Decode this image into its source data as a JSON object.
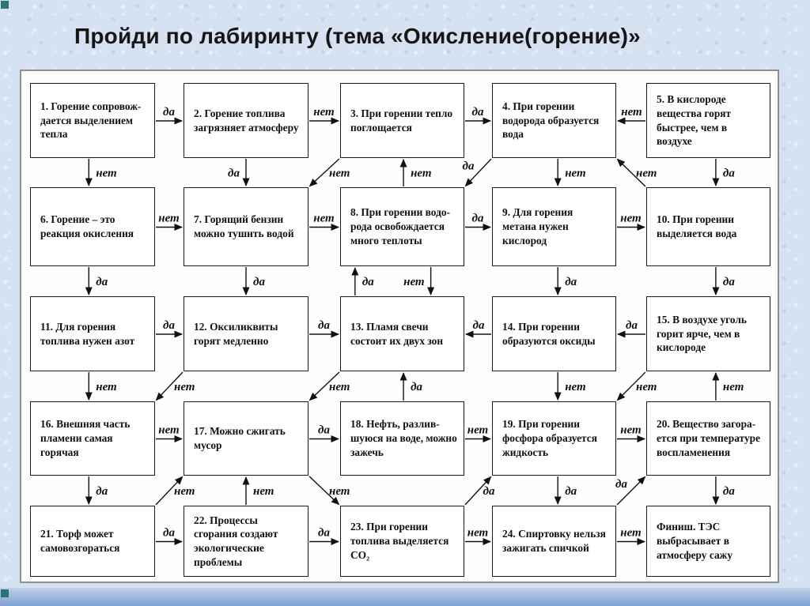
{
  "slide": {
    "title": "Пройди по лабиринту (тема «Окисление(горение)»"
  },
  "colors": {
    "background": "#d6e2f1",
    "panel": "#fefefe",
    "panel_border": "#8f8f8f",
    "box_border": "#1c1c1c",
    "line": "#111111",
    "bottom_band_top": "#bed0ea",
    "bottom_band_bottom": "#7fa3d2",
    "corner_accent": "#2e7474"
  },
  "maze": {
    "boxes": [
      {
        "id": 1,
        "row": 0,
        "col": 0,
        "text": "1. Горение сопровож- дается выделением тепла"
      },
      {
        "id": 2,
        "row": 0,
        "col": 1,
        "text": "2. Горение топлива загрязняет атмосферу"
      },
      {
        "id": 3,
        "row": 0,
        "col": 2,
        "text": "3. При горении тепло поглощается"
      },
      {
        "id": 4,
        "row": 0,
        "col": 3,
        "text": "4. При горении водорода образуется вода"
      },
      {
        "id": 5,
        "row": 0,
        "col": 4,
        "text": "5. В кислороде вещества горят быстрее, чем в воздухе"
      },
      {
        "id": 6,
        "row": 1,
        "col": 0,
        "text": "6. Горение – это реакция окисления"
      },
      {
        "id": 7,
        "row": 1,
        "col": 1,
        "text": "7. Горящий бензин можно тушить водой"
      },
      {
        "id": 8,
        "row": 1,
        "col": 2,
        "text": "8. При горении водо- рода освобождается много теплоты"
      },
      {
        "id": 9,
        "row": 1,
        "col": 3,
        "text": "9. Для горения метана нужен кислород"
      },
      {
        "id": 10,
        "row": 1,
        "col": 4,
        "text": "10. При горении выделяется вода"
      },
      {
        "id": 11,
        "row": 2,
        "col": 0,
        "text": "11. Для горения топлива нужен азот"
      },
      {
        "id": 12,
        "row": 2,
        "col": 1,
        "text": "12. Оксиликвиты горят медленно"
      },
      {
        "id": 13,
        "row": 2,
        "col": 2,
        "text": "13. Пламя свечи состоит их двух зон"
      },
      {
        "id": 14,
        "row": 2,
        "col": 3,
        "text": "14. При горении образуются оксиды"
      },
      {
        "id": 15,
        "row": 2,
        "col": 4,
        "text": "15. В воздухе уголь горит ярче, чем в кислороде"
      },
      {
        "id": 16,
        "row": 3,
        "col": 0,
        "text": "16. Внешняя часть пламени самая горячая"
      },
      {
        "id": 17,
        "row": 3,
        "col": 1,
        "text": "17. Можно сжигать мусор"
      },
      {
        "id": 18,
        "row": 3,
        "col": 2,
        "text": "18. Нефть, разлив- шуюся на воде, можно зажечь"
      },
      {
        "id": 19,
        "row": 3,
        "col": 3,
        "text": "19. При горении фосфора образуется жидкость"
      },
      {
        "id": 20,
        "row": 3,
        "col": 4,
        "text": "20. Вещество загора- ется при температуре воспламенения"
      },
      {
        "id": 21,
        "row": 4,
        "col": 0,
        "text": "21. Торф может самовозгораться"
      },
      {
        "id": 22,
        "row": 4,
        "col": 1,
        "text": "22. Процессы сгорания создают экологические проблемы"
      },
      {
        "id": 23,
        "row": 4,
        "col": 2,
        "text": "23. При горении топлива выделяется СО₂"
      },
      {
        "id": 24,
        "row": 4,
        "col": 3,
        "text": "24. Спиртовку нельзя зажигать спичкой"
      },
      {
        "id": 25,
        "row": 4,
        "col": 4,
        "text": "Финиш. ТЭС выбрасывает в атмосферу сажу"
      }
    ],
    "arrows": [
      {
        "from": 1,
        "to": 2,
        "label": "да",
        "kind": "h"
      },
      {
        "from": 2,
        "to": 3,
        "label": "нет",
        "kind": "h"
      },
      {
        "from": 3,
        "to": 4,
        "label": "да",
        "kind": "h"
      },
      {
        "from": 5,
        "to": 4,
        "label": "нет",
        "kind": "h"
      },
      {
        "from": 6,
        "to": 7,
        "label": "нет",
        "kind": "h"
      },
      {
        "from": 7,
        "to": 8,
        "label": "нет",
        "kind": "h"
      },
      {
        "from": 8,
        "to": 9,
        "label": "да",
        "kind": "h"
      },
      {
        "from": 9,
        "to": 10,
        "label": "нет",
        "kind": "h"
      },
      {
        "from": 11,
        "to": 12,
        "label": "да",
        "kind": "h"
      },
      {
        "from": 12,
        "to": 13,
        "label": "да",
        "kind": "h"
      },
      {
        "from": 14,
        "to": 13,
        "label": "да",
        "kind": "h"
      },
      {
        "from": 15,
        "to": 14,
        "label": "да",
        "kind": "h"
      },
      {
        "from": 16,
        "to": 17,
        "label": "нет",
        "kind": "h"
      },
      {
        "from": 17,
        "to": 18,
        "label": "да",
        "kind": "h"
      },
      {
        "from": 18,
        "to": 19,
        "label": "нет",
        "kind": "h"
      },
      {
        "from": 19,
        "to": 20,
        "label": "нет",
        "kind": "h"
      },
      {
        "from": 21,
        "to": 22,
        "label": "да",
        "kind": "h"
      },
      {
        "from": 22,
        "to": 23,
        "label": "да",
        "kind": "h"
      },
      {
        "from": 23,
        "to": 24,
        "label": "нет",
        "kind": "h"
      },
      {
        "from": 24,
        "to": 25,
        "label": "нет",
        "kind": "h"
      },
      {
        "from": 1,
        "to": 6,
        "label": "нет",
        "kind": "v",
        "xf": 0.47
      },
      {
        "from": 2,
        "to": 7,
        "label": "да",
        "kind": "v",
        "xf": 0.5,
        "labelSide": "left"
      },
      {
        "from": 8,
        "to": 3,
        "label": "нет",
        "kind": "v",
        "xf": 0.51
      },
      {
        "from": 4,
        "to": 9,
        "label": "нет",
        "kind": "v",
        "xf": 0.53
      },
      {
        "from": 5,
        "to": 10,
        "label": "да",
        "kind": "v",
        "xf": 0.56
      },
      {
        "from": 6,
        "to": 11,
        "label": "да",
        "kind": "v",
        "xf": 0.47
      },
      {
        "from": 7,
        "to": 12,
        "label": "да",
        "kind": "v",
        "xf": 0.5
      },
      {
        "from": 13,
        "to": 8,
        "label": "да",
        "kind": "v",
        "xf": 0.12
      },
      {
        "from": 8,
        "to": 13,
        "label": "нет",
        "kind": "v",
        "xf": 0.73,
        "labelSide": "left"
      },
      {
        "from": 9,
        "to": 14,
        "label": "да",
        "kind": "v",
        "xf": 0.53
      },
      {
        "from": 10,
        "to": 15,
        "label": "да",
        "kind": "v",
        "xf": 0.56
      },
      {
        "from": 11,
        "to": 16,
        "label": "нет",
        "kind": "v",
        "xf": 0.47
      },
      {
        "from": 18,
        "to": 13,
        "label": "да",
        "kind": "v",
        "xf": 0.51
      },
      {
        "from": 14,
        "to": 19,
        "label": "нет",
        "kind": "v",
        "xf": 0.53
      },
      {
        "from": 20,
        "to": 15,
        "label": "нет",
        "kind": "v",
        "xf": 0.56
      },
      {
        "from": 16,
        "to": 21,
        "label": "да",
        "kind": "v",
        "xf": 0.47
      },
      {
        "from": 22,
        "to": 17,
        "label": "нет",
        "kind": "v",
        "xf": 0.5
      },
      {
        "from": 19,
        "to": 24,
        "label": "да",
        "kind": "v",
        "xf": 0.53
      },
      {
        "from": 20,
        "to": 25,
        "label": "да",
        "kind": "v",
        "xf": 0.56
      },
      {
        "from": 3,
        "to": 7,
        "label": "нет",
        "kind": "d",
        "fromCorner": "bl",
        "toCorner": "tr"
      },
      {
        "from": 4,
        "to": 8,
        "label": "да",
        "kind": "d",
        "fromCorner": "bl",
        "toCorner": "tr",
        "labelSide": "left"
      },
      {
        "from": 10,
        "to": 4,
        "label": "нет",
        "kind": "d",
        "fromCorner": "tl",
        "toCorner": "br"
      },
      {
        "from": 12,
        "to": 16,
        "label": "нет",
        "kind": "d",
        "fromCorner": "bl",
        "toCorner": "tr"
      },
      {
        "from": 13,
        "to": 17,
        "label": "нет",
        "kind": "d",
        "fromCorner": "bl",
        "toCorner": "tr"
      },
      {
        "from": 15,
        "to": 19,
        "label": "нет",
        "kind": "d",
        "fromCorner": "bl",
        "toCorner": "tr"
      },
      {
        "from": 21,
        "to": 17,
        "label": "нет",
        "kind": "d",
        "fromCorner": "tr",
        "toCorner": "bl"
      },
      {
        "from": 17,
        "to": 23,
        "label": "нет",
        "kind": "d",
        "fromCorner": "br",
        "toCorner": "tl"
      },
      {
        "from": 23,
        "to": 19,
        "label": "да",
        "kind": "d",
        "fromCorner": "tr",
        "toCorner": "bl"
      },
      {
        "from": 24,
        "to": 20,
        "label": "да",
        "kind": "d",
        "fromCorner": "tr",
        "toCorner": "bl",
        "labelSide": "left"
      }
    ]
  }
}
